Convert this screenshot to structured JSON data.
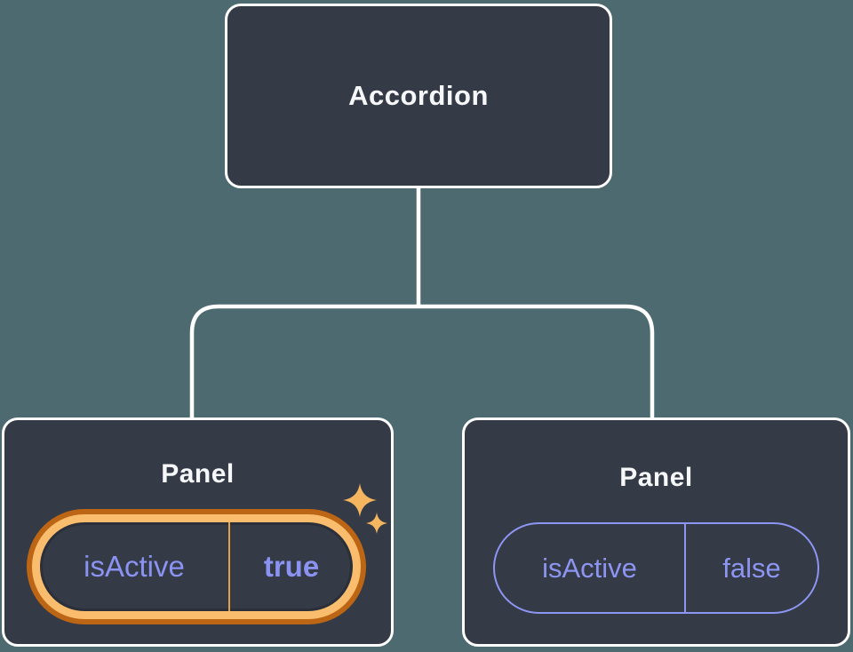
{
  "diagram": {
    "root": {
      "label": "Accordion"
    },
    "panels": [
      {
        "title": "Panel",
        "state": {
          "key": "isActive",
          "value": "true"
        },
        "highlighted": true
      },
      {
        "title": "Panel",
        "state": {
          "key": "isActive",
          "value": "false"
        },
        "highlighted": false
      }
    ]
  },
  "colors": {
    "background": "#4c6a70",
    "node_fill": "#343a46",
    "node_border": "#ffffff",
    "connector": "#ffffff",
    "title_text": "#f6f7f9",
    "state_text": "#8b93f2",
    "inactive_pill_border": "#8d95f2",
    "active_ring_outer": "#bc6514",
    "active_ring_inner": "#fabc6d",
    "active_divider": "#e7a04a",
    "sparkle": "#f6b65f"
  }
}
